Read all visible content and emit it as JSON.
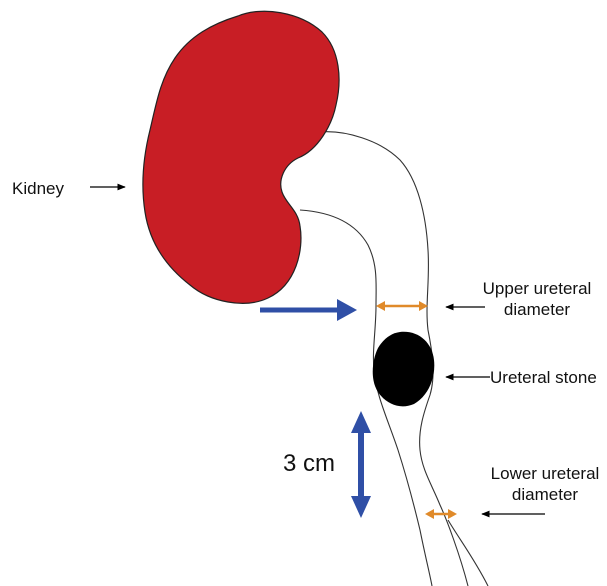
{
  "labels": {
    "kidney": "Kidney",
    "upper_diameter_line1": "Upper ureteral",
    "upper_diameter_line2": "diameter",
    "stone": "Ureteral stone",
    "lower_diameter_line1": "Lower ureteral",
    "lower_diameter_line2": "diameter",
    "scale": "3 cm"
  },
  "colors": {
    "kidney_fill": "#c81e25",
    "stone_fill": "#000000",
    "measure_arrow": "#e08a2a",
    "blue_arrow": "#2f4fa6",
    "pointer_arrow": "#000000",
    "outline": "#333333"
  }
}
